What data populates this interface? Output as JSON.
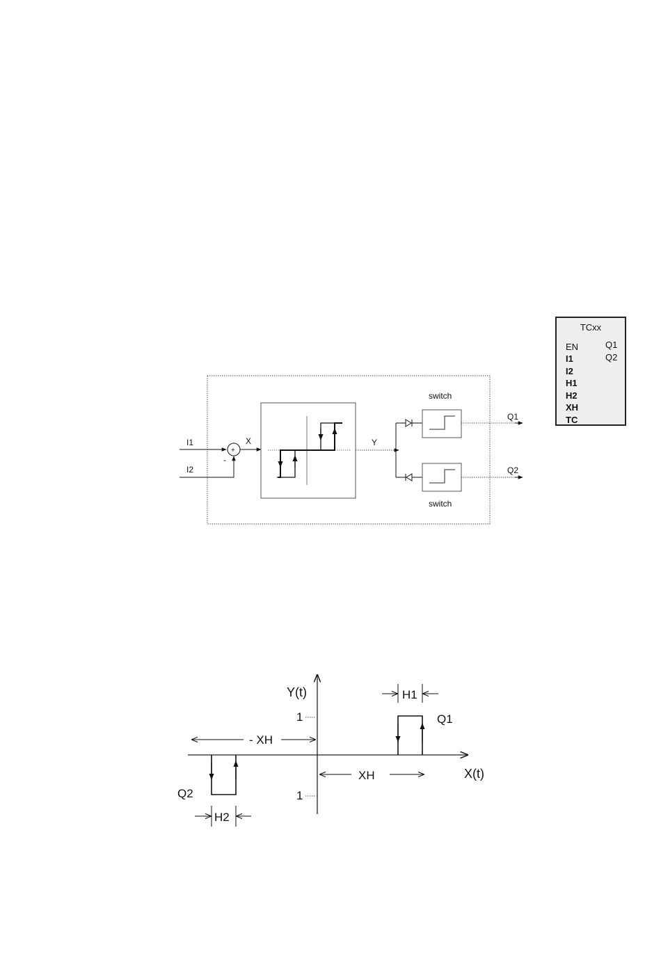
{
  "block_symbol": {
    "title": "TCxx",
    "inputs": [
      {
        "label": "EN",
        "bold": false
      },
      {
        "label": "I1",
        "bold": true
      },
      {
        "label": "I2",
        "bold": true
      },
      {
        "label": "H1",
        "bold": true
      },
      {
        "label": "H2",
        "bold": true
      },
      {
        "label": "XH",
        "bold": true
      },
      {
        "label": "TC",
        "bold": true
      }
    ],
    "outputs": [
      "Q1",
      "Q2"
    ]
  },
  "block_diagram": {
    "input_1": "I1",
    "input_2": "I2",
    "plus_sign": "+",
    "minus_sign": "-",
    "signal_x": "X",
    "signal_y": "Y",
    "switch_top": "switch",
    "switch_bottom": "switch",
    "output_1": "Q1",
    "output_2": "Q2"
  },
  "characteristic": {
    "y_axis": "Y(t)",
    "x_axis": "X(t)",
    "level_top": "1",
    "level_bottom": "1",
    "neg_threshold": "- XH",
    "pos_threshold": "XH",
    "hyst_1": "H1",
    "hyst_2": "H2",
    "out_1": "Q1",
    "out_2": "Q2"
  },
  "colors": {
    "line": "#111111",
    "box_fill": "#eeeeee"
  }
}
